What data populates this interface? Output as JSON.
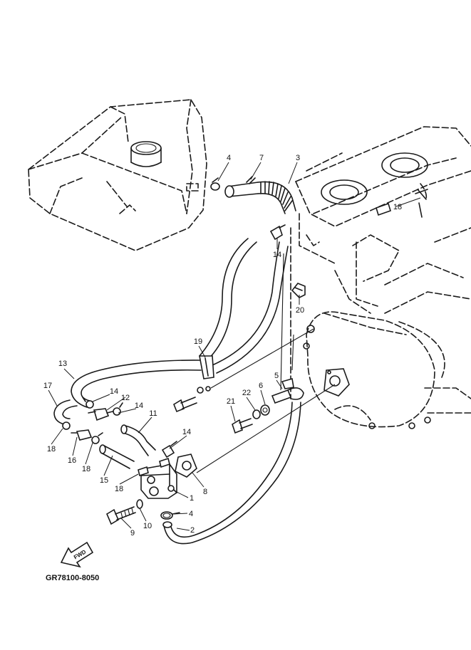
{
  "diagram": {
    "reference_code": "GR78100-8050",
    "fwd_label": "FWD",
    "callouts": [
      {
        "id": "c4a",
        "label": "4"
      },
      {
        "id": "c7",
        "label": "7"
      },
      {
        "id": "c3",
        "label": "3"
      },
      {
        "id": "c18a",
        "label": "18"
      },
      {
        "id": "c14a",
        "label": "14"
      },
      {
        "id": "c20",
        "label": "20"
      },
      {
        "id": "c19",
        "label": "19"
      },
      {
        "id": "c13",
        "label": "13"
      },
      {
        "id": "c17",
        "label": "17"
      },
      {
        "id": "c14b",
        "label": "14"
      },
      {
        "id": "c12",
        "label": "12"
      },
      {
        "id": "c14c",
        "label": "14"
      },
      {
        "id": "c11",
        "label": "11"
      },
      {
        "id": "c18b",
        "label": "18"
      },
      {
        "id": "c16",
        "label": "16"
      },
      {
        "id": "c18c",
        "label": "18"
      },
      {
        "id": "c15",
        "label": "15"
      },
      {
        "id": "c14d",
        "label": "14"
      },
      {
        "id": "c18d",
        "label": "18"
      },
      {
        "id": "c5",
        "label": "5"
      },
      {
        "id": "c6",
        "label": "6"
      },
      {
        "id": "c22",
        "label": "22"
      },
      {
        "id": "c21",
        "label": "21"
      },
      {
        "id": "c8",
        "label": "8"
      },
      {
        "id": "c1",
        "label": "1"
      },
      {
        "id": "c4b",
        "label": "4"
      },
      {
        "id": "c9",
        "label": "9"
      },
      {
        "id": "c10",
        "label": "10"
      },
      {
        "id": "c2",
        "label": "2"
      }
    ]
  }
}
